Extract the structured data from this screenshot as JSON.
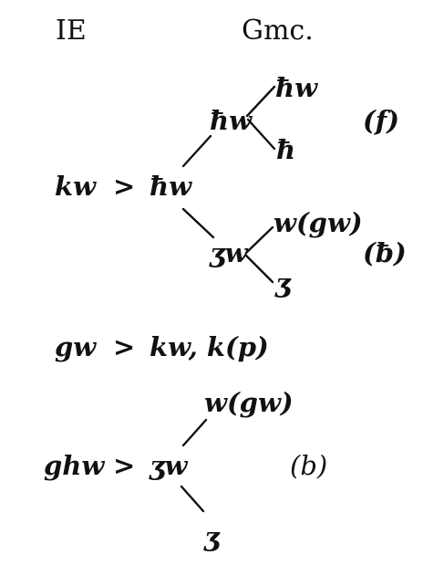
{
  "headers": {
    "left": "IE",
    "right": "Gmc."
  },
  "tree1": {
    "source": "kw",
    "arrow": ">",
    "root": "ħw",
    "upper": {
      "node": "ħw",
      "branches": [
        "ħw",
        "ħ"
      ],
      "tag": "(f)"
    },
    "lower": {
      "node": "ʒw",
      "branches": [
        "w(gw)",
        "ʒ"
      ],
      "tag": "(ƀ)"
    }
  },
  "line2": {
    "source": "gw",
    "arrow": ">",
    "result": "kw, k(p)"
  },
  "tree2": {
    "source": "ghw",
    "arrow": ">",
    "node": "ʒw",
    "branches": [
      "w(gw)",
      "ʒ"
    ],
    "tag": "(b)"
  }
}
